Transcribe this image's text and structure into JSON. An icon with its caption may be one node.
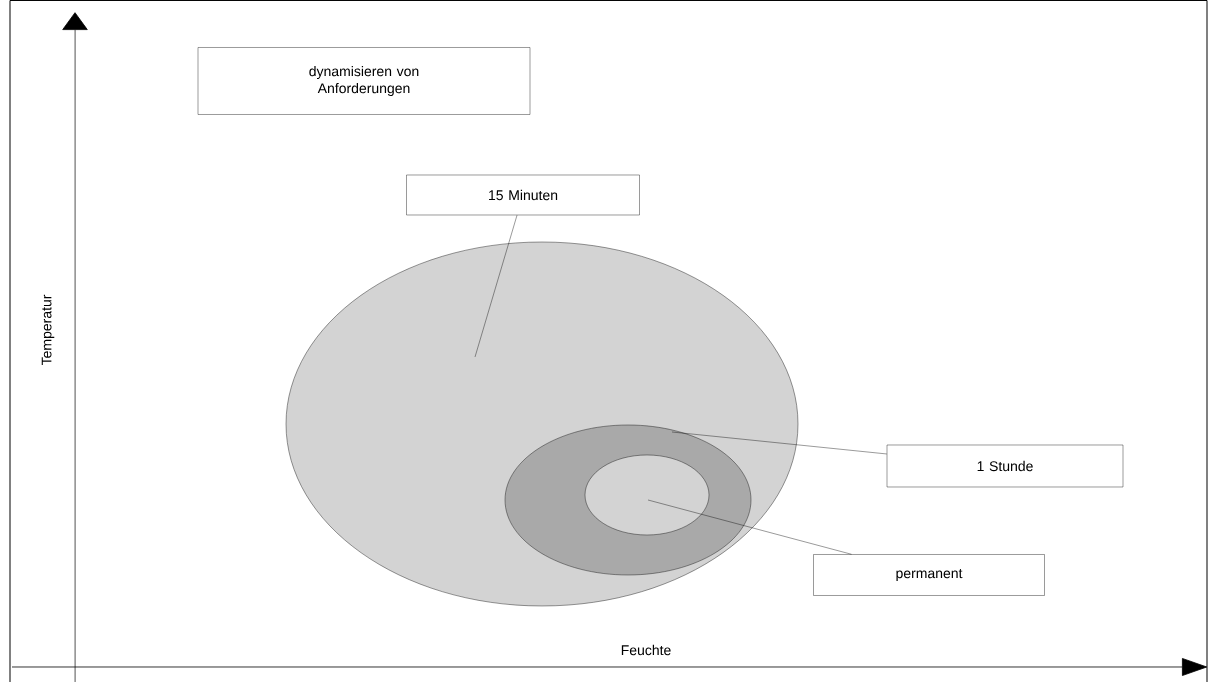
{
  "diagram": {
    "nodes": [
      {
        "text": [
          "dynamisieren von Anforderungen"
        ]
      },
      {
        "text": [
          "15 Minuten"
        ]
      },
      {
        "text": [],
        "shape": "ellipse"
      },
      {
        "text": [],
        "shape": "ellipse",
        "in": 2
      },
      {
        "text": [],
        "shape": "ellipse",
        "in": 3
      },
      {
        "text": [
          "1 Stunde"
        ]
      },
      {
        "text": [
          "permanent"
        ]
      }
    ],
    "edges": [
      {
        "from": 1,
        "to": 2,
        "arrow": "none"
      },
      {
        "from": 5,
        "to": 3,
        "arrow": "none"
      },
      {
        "from": 6,
        "to": 4,
        "arrow": "none"
      }
    ],
    "labels": [
      "Temperatur",
      "Feuchte"
    ]
  }
}
